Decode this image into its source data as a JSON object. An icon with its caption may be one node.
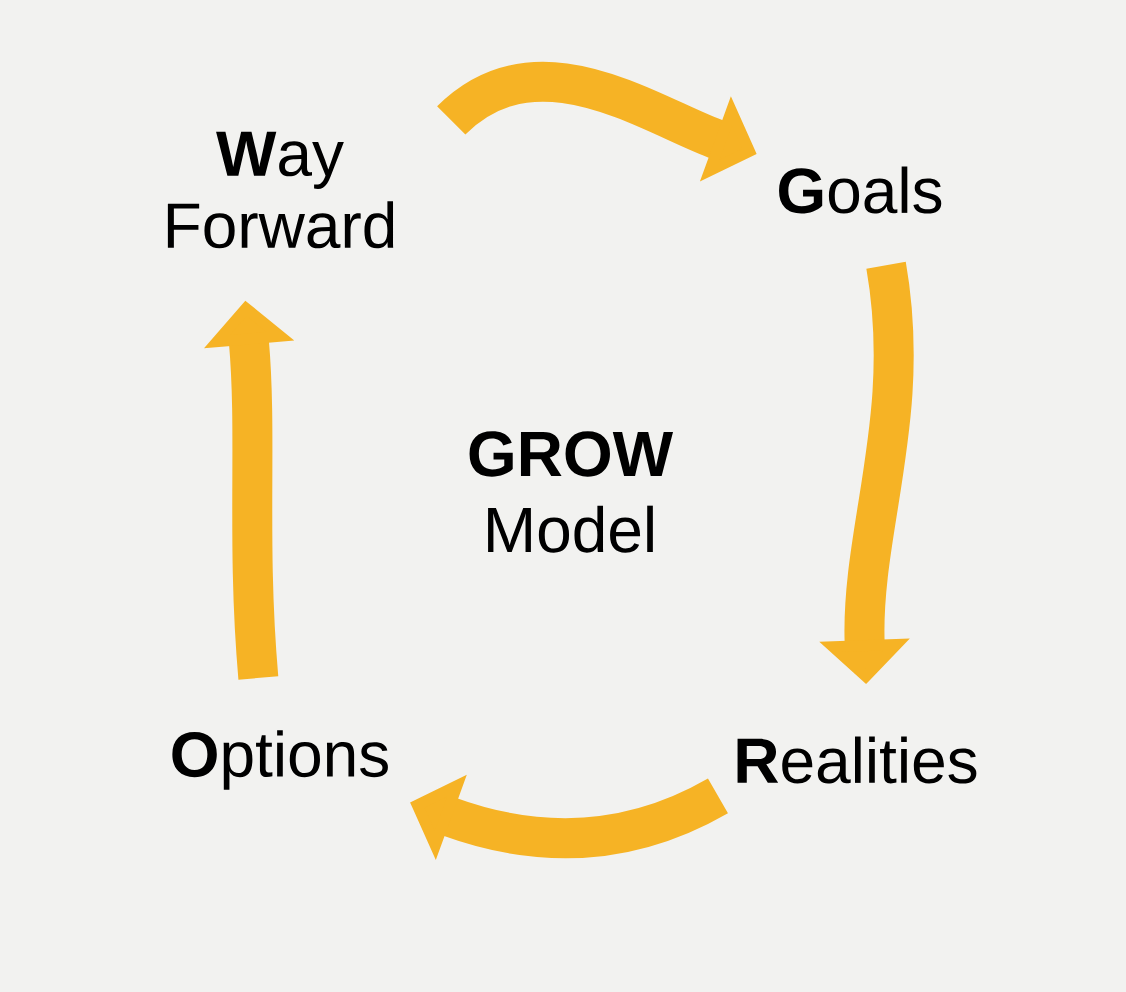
{
  "diagram": {
    "nodes": [
      {
        "text": [
          "GROW",
          "Model"
        ]
      },
      {
        "text": [
          "**G**oals"
        ]
      },
      {
        "text": [
          "**R**ealities"
        ]
      },
      {
        "text": [
          "**O**ptions"
        ]
      },
      {
        "text": [
          "**W**ay Forward"
        ]
      }
    ],
    "edges": [
      {
        "from": 4,
        "to": 1,
        "arrow": "to"
      },
      {
        "from": 1,
        "to": 2,
        "arrow": "to"
      },
      {
        "from": 2,
        "to": 3,
        "arrow": "to"
      },
      {
        "from": 3,
        "to": 4,
        "arrow": "to"
      }
    ]
  }
}
